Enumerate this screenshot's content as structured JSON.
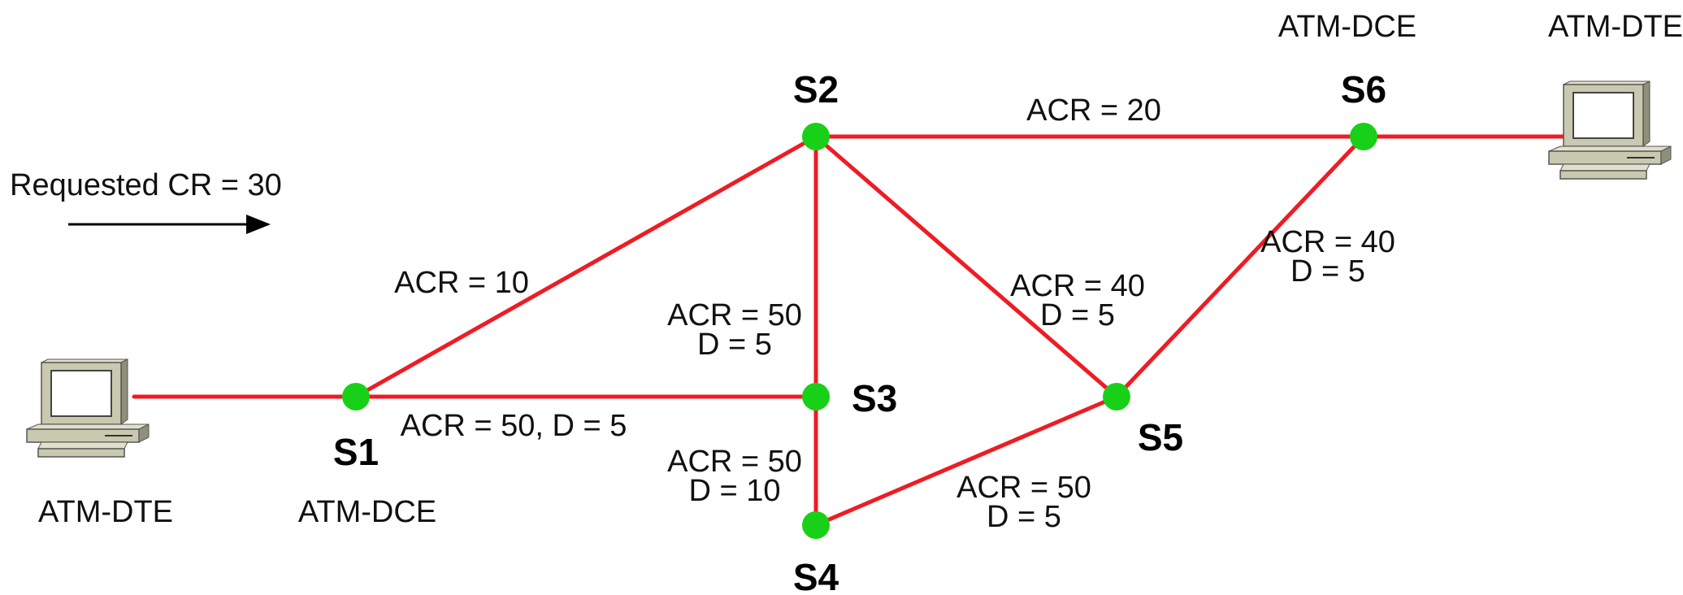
{
  "request": {
    "label": "Requested CR = 30"
  },
  "nodes": {
    "s1": "S1",
    "s2": "S2",
    "s3": "S3",
    "s4": "S4",
    "s5": "S5",
    "s6": "S6"
  },
  "devices": {
    "dte_left": "ATM-DTE",
    "dce_left": "ATM-DCE",
    "dce_right": "ATM-DCE",
    "dte_right": "ATM-DTE"
  },
  "links": {
    "s1_s2": {
      "line1": "ACR = 10"
    },
    "s1_s3": {
      "line1": "ACR = 50, D = 5"
    },
    "s2_s3": {
      "line1": "ACR = 50",
      "line2": "D = 5"
    },
    "s2_s5": {
      "line1": "ACR = 40",
      "line2": "D = 5"
    },
    "s2_s6": {
      "line1": "ACR = 20"
    },
    "s3_s4": {
      "line1": "ACR = 50",
      "line2": "D = 10"
    },
    "s4_s5": {
      "line1": "ACR = 50",
      "line2": "D = 5"
    },
    "s5_s6": {
      "line1": "ACR = 40",
      "line2": "D = 5"
    }
  },
  "colors": {
    "link": "#ee1c24",
    "node": "#19d019",
    "computer_body": "#c9c9b0"
  }
}
